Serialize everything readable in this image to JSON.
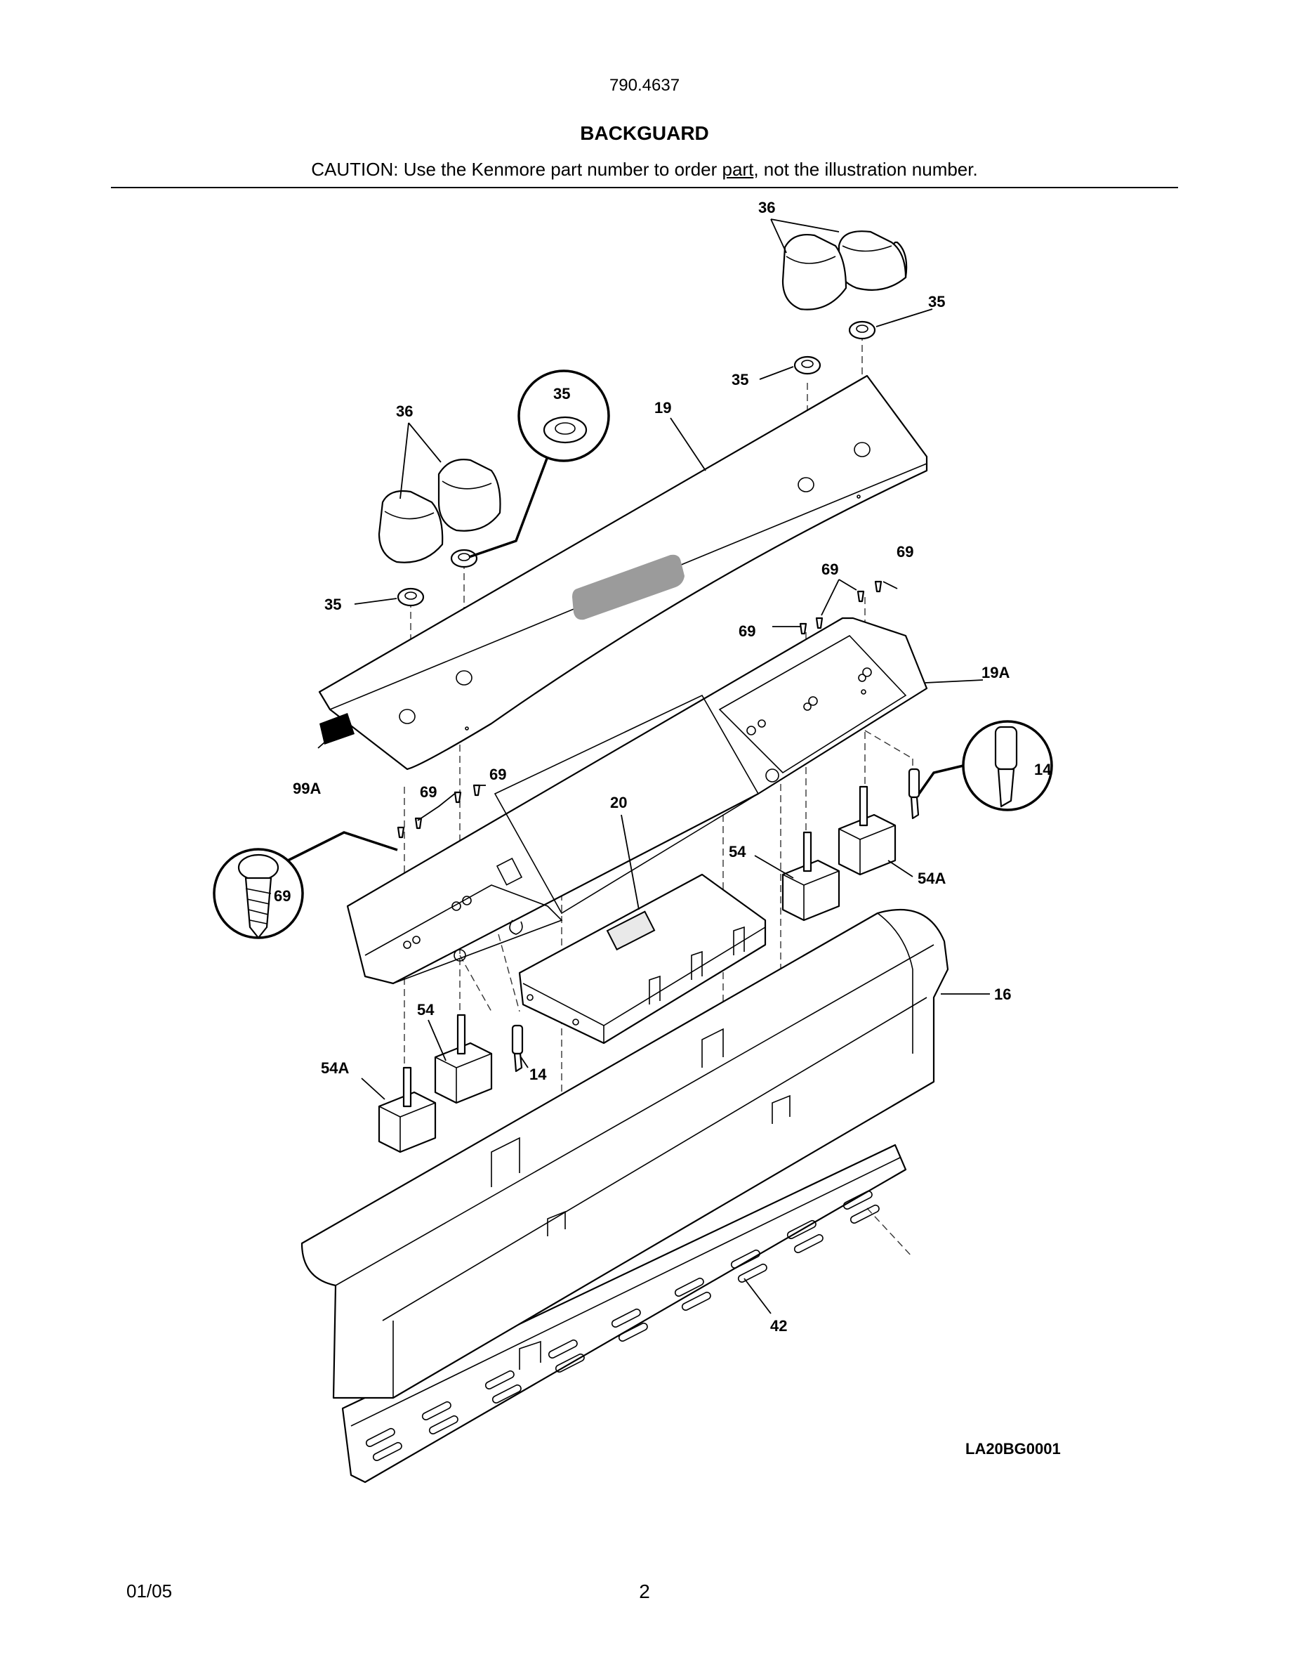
{
  "header": {
    "doc_number": "790.4637",
    "title": "BACKGUARD",
    "caution_prefix": "CAUTION: Use the Kenmore part number to order ",
    "caution_underlined": "part",
    "caution_suffix": ", not the illustration number."
  },
  "diagram": {
    "code": "LA20BG0001",
    "labels": {
      "knob_right": "36",
      "knob_left": "36",
      "nut_top_right": "35",
      "nut_mid_right": "35",
      "nut_callout": "35",
      "nut_left": "35",
      "panel": "19",
      "panel_mount": "19A",
      "screw_r1": "69",
      "screw_r2": "69",
      "screw_r3": "69",
      "screw_l1": "69",
      "screw_l2": "69",
      "screw_callout": "69",
      "membrane": "99A",
      "lamp_callout": "14",
      "lamp_lower": "14",
      "control": "20",
      "switch_r": "54",
      "switch_r2": "54A",
      "switch_l": "54",
      "switch_l2": "54A",
      "end_cap": "16",
      "vent": "42"
    }
  },
  "footer": {
    "date": "01/05",
    "page": "2"
  }
}
